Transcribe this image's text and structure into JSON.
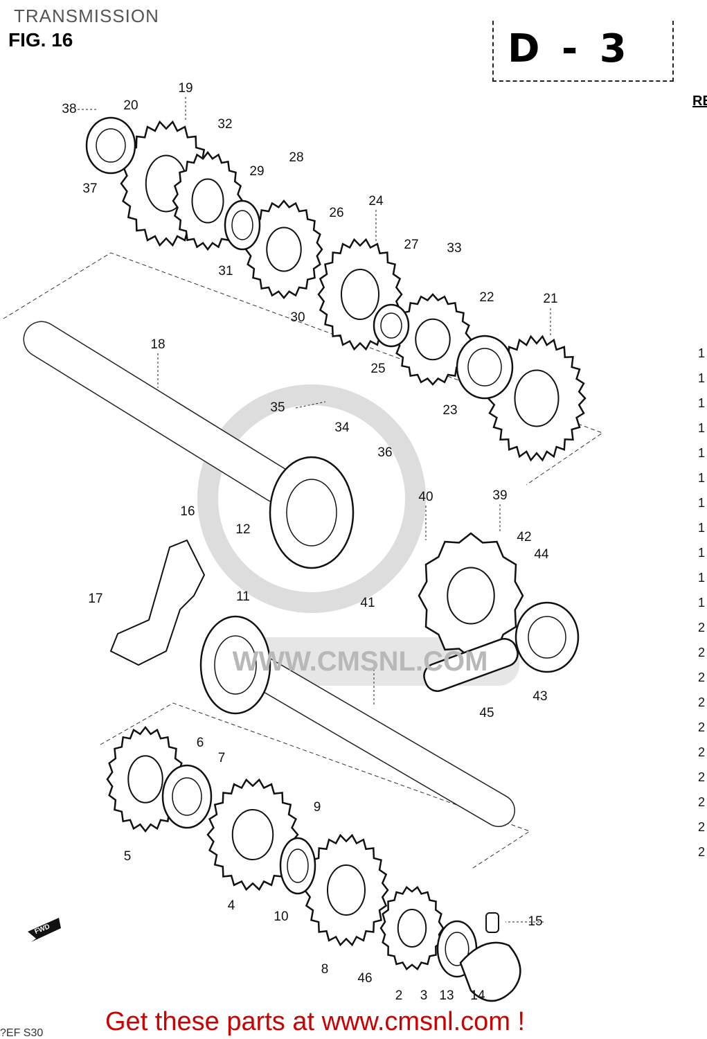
{
  "header": {
    "title": "TRANSMISSION",
    "figure": "FIG. 16",
    "section": "D - 3",
    "ref_fragment": "RE"
  },
  "callouts": [
    "38",
    "20",
    "19",
    "32",
    "37",
    "28",
    "29",
    "26",
    "24",
    "31",
    "27",
    "33",
    "30",
    "22",
    "21",
    "18",
    "25",
    "23",
    "35",
    "34",
    "36",
    "40",
    "39",
    "16",
    "12",
    "42",
    "44",
    "11",
    "17",
    "41",
    "43",
    "45",
    "6",
    "7",
    "9",
    "5",
    "4",
    "10",
    "15",
    "8",
    "46",
    "2",
    "3",
    "13",
    "14"
  ],
  "watermark": "WWW.CMSNL.COM",
  "fwd_mark": "FWD",
  "footer": {
    "text": "Get these parts at www.cmsnl.com !",
    "color": "#cc0000"
  },
  "page_code_fragment": "?EF S30",
  "right_edge_fragments": [
    "1",
    "1",
    "1",
    "1",
    "1",
    "1",
    "1",
    "1",
    "1",
    "1",
    "1",
    "2",
    "2",
    "2",
    "2",
    "2",
    "2",
    "2",
    "2",
    "2",
    "2"
  ]
}
